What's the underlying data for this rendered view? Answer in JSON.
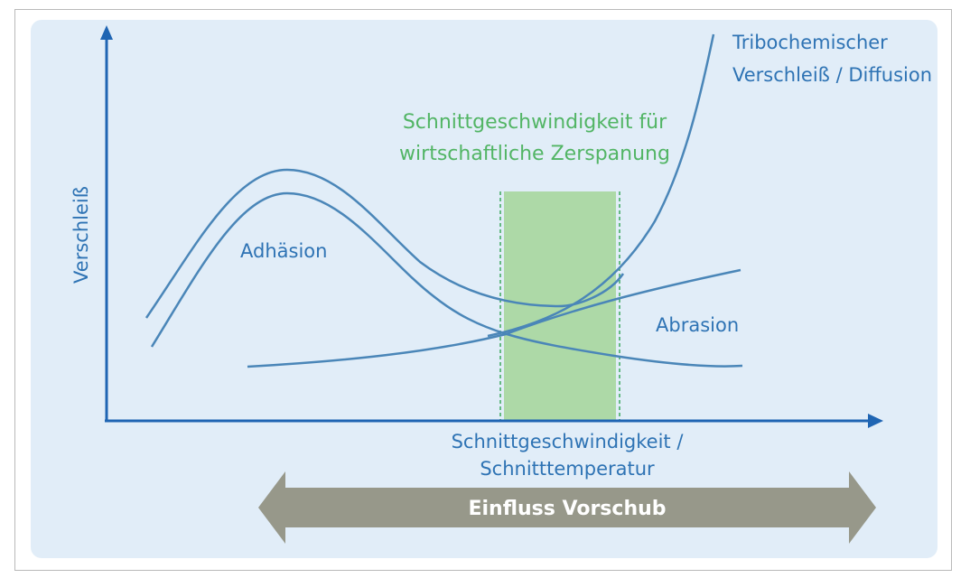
{
  "labels": {
    "y_axis": "Verschleiß",
    "x_axis_line1": "Schnittgeschwindigkeit /",
    "x_axis_line2": "Schnitttemperatur",
    "green_zone_line1": "Schnittgeschwindigkeit für",
    "green_zone_line2": "wirtschaftliche Zerspanung",
    "curve_adhesion": "Adhäsion",
    "curve_abrasion": "Abrasion",
    "curve_tribo_line1": "Tribochemischer",
    "curve_tribo_line2": "Verschleiß / Diffusion",
    "feed_arrow": "Einfluss Vorschub"
  },
  "colors": {
    "curve": "#4a86b8",
    "axis": "#1f65b3",
    "label_blue": "#2e73b4",
    "green_label": "#52b565",
    "green_fill": "#add9a7",
    "green_dash": "#3aa85a",
    "feed_arrow": "#97988a",
    "panel": "#e1edf8"
  }
}
